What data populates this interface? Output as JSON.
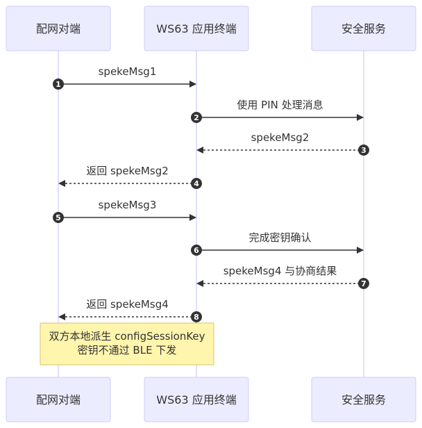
{
  "participants": [
    {
      "id": "p0",
      "label": "配网对端"
    },
    {
      "id": "p1",
      "label": "WS63 应用终端"
    },
    {
      "id": "p2",
      "label": "安全服务"
    }
  ],
  "messages": [
    {
      "step": "1",
      "from": 0,
      "to": 1,
      "label": "spekeMsg1",
      "style": "solid"
    },
    {
      "step": "2",
      "from": 1,
      "to": 2,
      "label": "使用 PIN 处理消息",
      "style": "solid"
    },
    {
      "step": "3",
      "from": 2,
      "to": 1,
      "label": "spekeMsg2",
      "style": "dashed"
    },
    {
      "step": "4",
      "from": 1,
      "to": 0,
      "label": "返回 spekeMsg2",
      "style": "dashed"
    },
    {
      "step": "5",
      "from": 0,
      "to": 1,
      "label": "spekeMsg3",
      "style": "solid"
    },
    {
      "step": "6",
      "from": 1,
      "to": 2,
      "label": "完成密钥确认",
      "style": "solid"
    },
    {
      "step": "7",
      "from": 2,
      "to": 1,
      "label": "spekeMsg4 与协商结果",
      "style": "dashed"
    },
    {
      "step": "8",
      "from": 1,
      "to": 0,
      "label": "返回 spekeMsg4",
      "style": "dashed"
    }
  ],
  "note": {
    "lines": [
      "双方本地派生 configSessionKey",
      "密钥不通过 BLE 下发"
    ]
  },
  "colors": {
    "actor_fill": "#ECECFF",
    "actor_stroke": "#CCCCFF",
    "line": "#333333",
    "note_fill": "#FFF5AD",
    "note_stroke": "#D8C46A"
  }
}
